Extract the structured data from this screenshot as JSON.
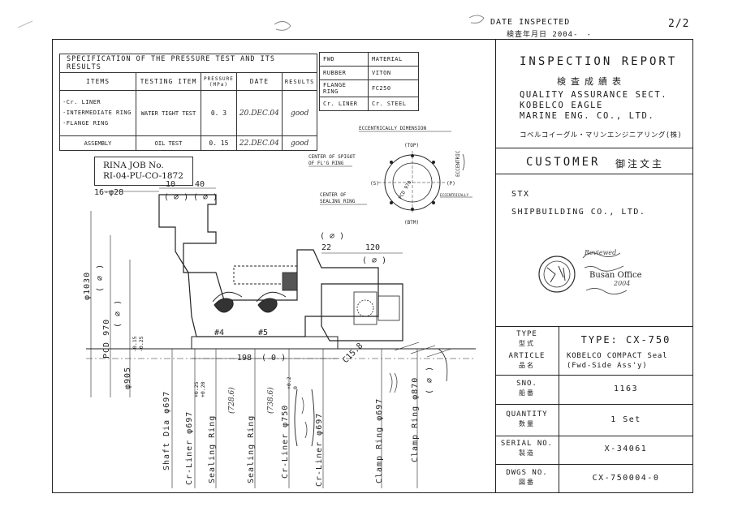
{
  "header": {
    "date_inspected_label": "DATE INSPECTED",
    "date_inspected_jp": "検査年月日 2004-　-",
    "page": "2/2"
  },
  "spec_table": {
    "title": "SPECIFICATION OF THE PRESSURE TEST AND ITS RESULTS",
    "columns": [
      "ITEMS",
      "TESTING ITEM",
      "PRESSURE (MPa)",
      "DATE",
      "RESULTS"
    ],
    "rows": [
      {
        "items": [
          "·Cr. LINER",
          "·INTERMEDIATE RING",
          "·FLANGE RING"
        ],
        "testing_item": "WATER TIGHT TEST",
        "pressure": "0. 3",
        "date": "20.DEC.04",
        "result": "good"
      },
      {
        "items": [
          "ASSEMBLY"
        ],
        "testing_item": "OIL TEST",
        "pressure": "0. 15",
        "date": "22.DEC.04",
        "result": "good"
      }
    ]
  },
  "material_table": {
    "rows": [
      [
        "FWD",
        "MATERIAL"
      ],
      [
        "RUBBER",
        "VITON"
      ],
      [
        "FLANGE RING",
        "FC250"
      ],
      [
        "Cr. LINER",
        "Cr. STEEL"
      ]
    ]
  },
  "inspection_report": {
    "title": "INSPECTION REPORT",
    "title_jp": "検査成績表",
    "qa_line1": "QUALITY ASSURANCE SECT.",
    "qa_line2": "KOBELCO EAGLE",
    "qa_line3": "MARINE ENG. CO., LTD.",
    "qa_jp": "コベルコイーグル・マリンエンジニアリング(株)"
  },
  "customer": {
    "label": "CUSTOMER",
    "label_jp": "御注文主",
    "name_line1": "STX",
    "name_line2": "SHIPBUILDING CO., LTD."
  },
  "stamp": {
    "signature_text": "Reviewed",
    "office": "Busan Office",
    "date": "2004"
  },
  "details": {
    "type_label": "TYPE",
    "type_label_jp": "型式",
    "type_value": "TYPE: CX-750",
    "article_label": "ARTICLE",
    "article_label_jp": "品名",
    "article_value1": "KOBELCO COMPACT Seal",
    "article_value2": "(Fwd-Side Ass'y)",
    "sno_label": "SNO.",
    "sno_label_jp": "船番",
    "sno_value": "1163",
    "quantity_label": "QUANTITY",
    "quantity_label_jp": "数量",
    "quantity_value": "1 Set",
    "serial_label": "SERIAL NO.",
    "serial_label_jp": "製造",
    "serial_value": "X-34061",
    "dwgs_label": "DWGS NO.",
    "dwgs_label_jp": "図番",
    "dwgs_value": "CX-750004-0"
  },
  "rina": {
    "line1": "RINA JOB No.",
    "line2": "RI-04-PU-CO-1872"
  },
  "drawing": {
    "eccentric_title": "ECCENTRICALLY DIMENSION",
    "center_spigot": "CENTER OF SPIGOT",
    "of_flg_ring": "OF FL'G RING",
    "center_of": "CENTER OF",
    "sealing_ring": "SEALING RING",
    "top": "(TOP)",
    "btm": "(BTM)",
    "s_lbl": "(S)",
    "p_lbl": "(P)",
    "eccentric_lbl": "ECCENTRIC",
    "eccentrically": "ECCENTRICALLY",
    "pcd_970": "PCD 970",
    "dim_16_28": "16-φ28",
    "dim_10": "10",
    "dim_40": "40",
    "dim_22": "22",
    "dim_120": "120",
    "dim_198": "198",
    "dim_0": "( 0 )",
    "dim_phi1030": "φ1030",
    "dim_pcd970": "PCD 970",
    "dim_phi905": "φ905",
    "dim_c15": "C15.8",
    "mark4": "#4",
    "mark5": "#5",
    "v_shaft": "Shaft Dia φ697",
    "v_crliner": "Cr-Liner φ697",
    "v_sealing1": "Sealing Ring",
    "v_sealing2": "Sealing Ring",
    "v_crliner750": "Cr-Liner φ750",
    "v_crliner697b": "Cr-Liner φ697",
    "v_clamp697": "Clamp Ring φ697",
    "v_clamp870": "Clamp Ring φ870",
    "tol_minus015": "-0.15",
    "tol_minus025": "-0.25",
    "tol_plus02": "+0.2",
    "tol_0": "0",
    "tol_plus025": "+0.25",
    "tol_plus020": "+0.20",
    "hw_7286": "(728.6)",
    "hw_7386": "(738.6)",
    "hw_1": "( ∅ )"
  }
}
